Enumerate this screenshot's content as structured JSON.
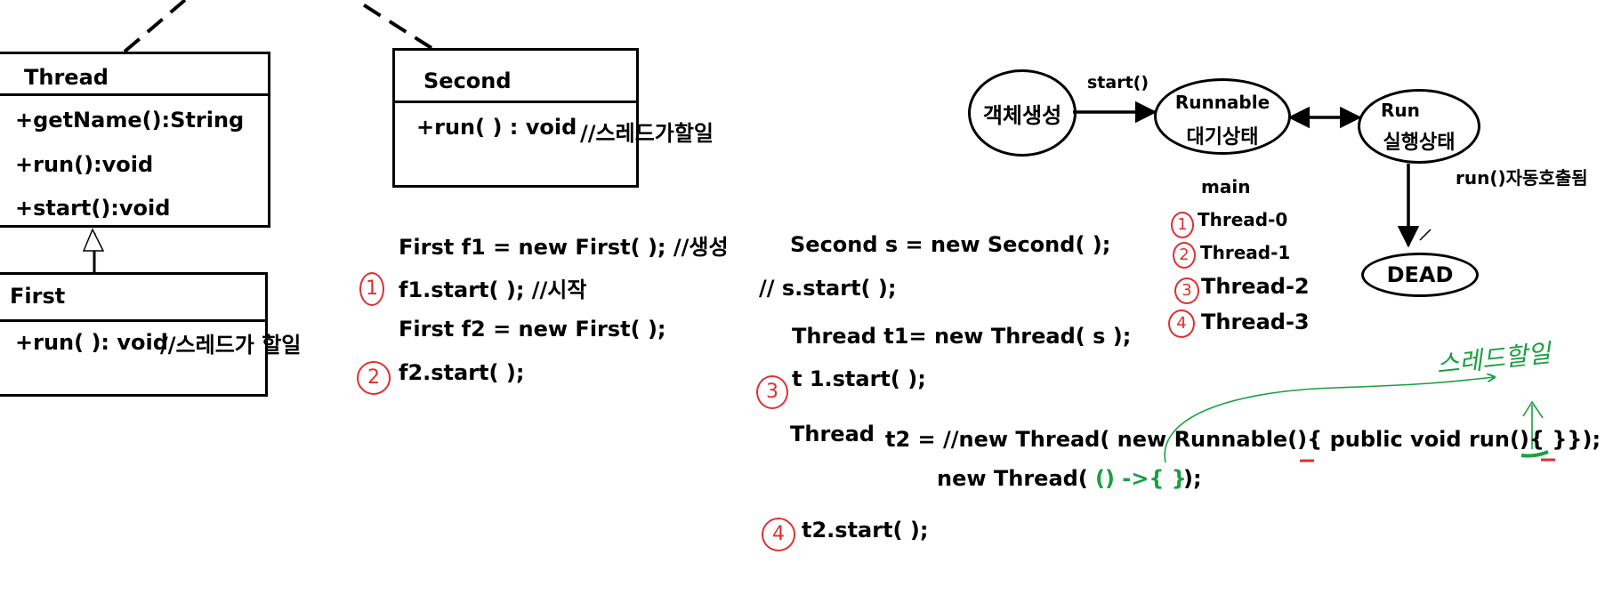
{
  "uml": {
    "thread": {
      "title": "Thread",
      "members": [
        "+getName():String",
        "+run():void",
        "+start():void"
      ]
    },
    "second": {
      "title": "Second",
      "members": [
        "+run( ) : void"
      ],
      "note": "//스레드가할일"
    },
    "first": {
      "title": "First",
      "members": [
        "+run( ): void"
      ],
      "note": "//스레드가 할일"
    }
  },
  "code_first": {
    "lines": [
      "First f1 = new First( ); //생성",
      "f1.start( ); //시작",
      "First f2 = new First( );",
      "f2.start(  );"
    ],
    "markers": [
      "1",
      "2"
    ]
  },
  "code_second": {
    "line1": "Second s = new Second( );",
    "line2": "// s.start( );",
    "line3": "Thread t1= new Thread( s );",
    "line4": "t 1.start(  );",
    "line5_type": "Thread",
    "line5_rest": "t2 = //new Thread( new Runnable(){ public void run(){ }});",
    "line6_a": "new Thread( ",
    "line6_lambda": "() ->{  }",
    "line6_b": ");",
    "line7": "t2.start( );",
    "markers": [
      "3",
      "4"
    ],
    "handwritten_note": "스레드할일"
  },
  "state_diagram": {
    "create": "객체생성",
    "start_label": "start()",
    "runnable_en": "Runnable",
    "runnable_ko": "대기상태",
    "run_en": "Run",
    "run_ko": "실행상태",
    "auto_run": "run()자동호출됨",
    "dead": "DEAD",
    "threads_header": "main",
    "threads": [
      "Thread-0",
      "Thread-1",
      "Thread-2",
      "Thread-3"
    ],
    "thread_markers": [
      "1",
      "2",
      "3",
      "4"
    ]
  },
  "colors": {
    "ink": "#000000",
    "red_pen": "#e03030",
    "green_pen": "#1aa040"
  }
}
